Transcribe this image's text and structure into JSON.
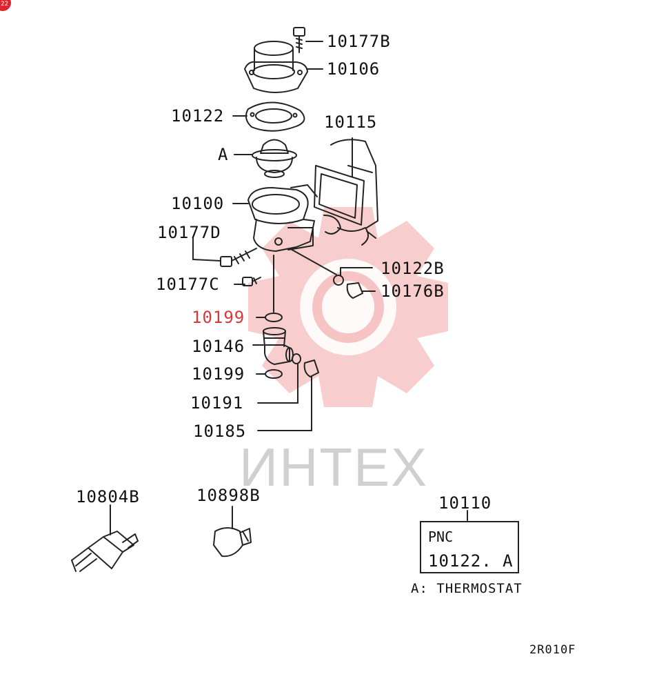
{
  "badge": "22",
  "watermark": {
    "text": "ИНТЕХ",
    "gear_color": "#f6c4c4",
    "text_color": "#d0d0d0"
  },
  "labels": [
    {
      "id": "10177B",
      "text": "10177B"
    },
    {
      "id": "10106",
      "text": "10106"
    },
    {
      "id": "10122",
      "text": "10122"
    },
    {
      "id": "10115",
      "text": "10115"
    },
    {
      "id": "A",
      "text": "A"
    },
    {
      "id": "10100",
      "text": "10100"
    },
    {
      "id": "10177D",
      "text": "10177D"
    },
    {
      "id": "10122B",
      "text": "10122B"
    },
    {
      "id": "10177C",
      "text": "10177C"
    },
    {
      "id": "10176B",
      "text": "10176B"
    },
    {
      "id": "10199a",
      "text": "10199"
    },
    {
      "id": "10146",
      "text": "10146"
    },
    {
      "id": "10199b",
      "text": "10199"
    },
    {
      "id": "10191",
      "text": "10191"
    },
    {
      "id": "10185",
      "text": "10185"
    },
    {
      "id": "10804B",
      "text": "10804B"
    },
    {
      "id": "10898B",
      "text": "10898B"
    },
    {
      "id": "10110",
      "text": "10110"
    }
  ],
  "pnc_table": {
    "header": "PNC",
    "value": "10122. A"
  },
  "legend": "A: THERMOSTAT",
  "diagram_code": "2R010F"
}
